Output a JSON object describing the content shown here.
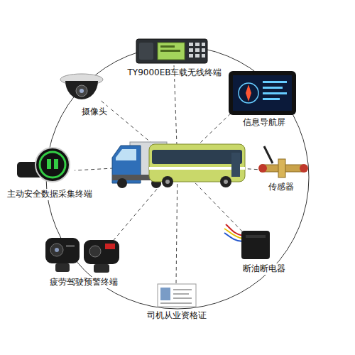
{
  "diagram": {
    "nodes": [
      {
        "text": [
          "TY9000EB车载无线终端"
        ]
      },
      {
        "text": [
          "摄像头"
        ]
      },
      {
        "text": [
          "信息导航屏"
        ]
      },
      {
        "text": [
          "主动安全数据采集终端"
        ]
      },
      {
        "text": [
          "传感器"
        ]
      },
      {
        "text": [
          "断油断电器"
        ]
      },
      {
        "text": [
          "疲劳驾驶预警终端"
        ]
      },
      {
        "text": [
          "司机从业资格证"
        ]
      }
    ]
  }
}
